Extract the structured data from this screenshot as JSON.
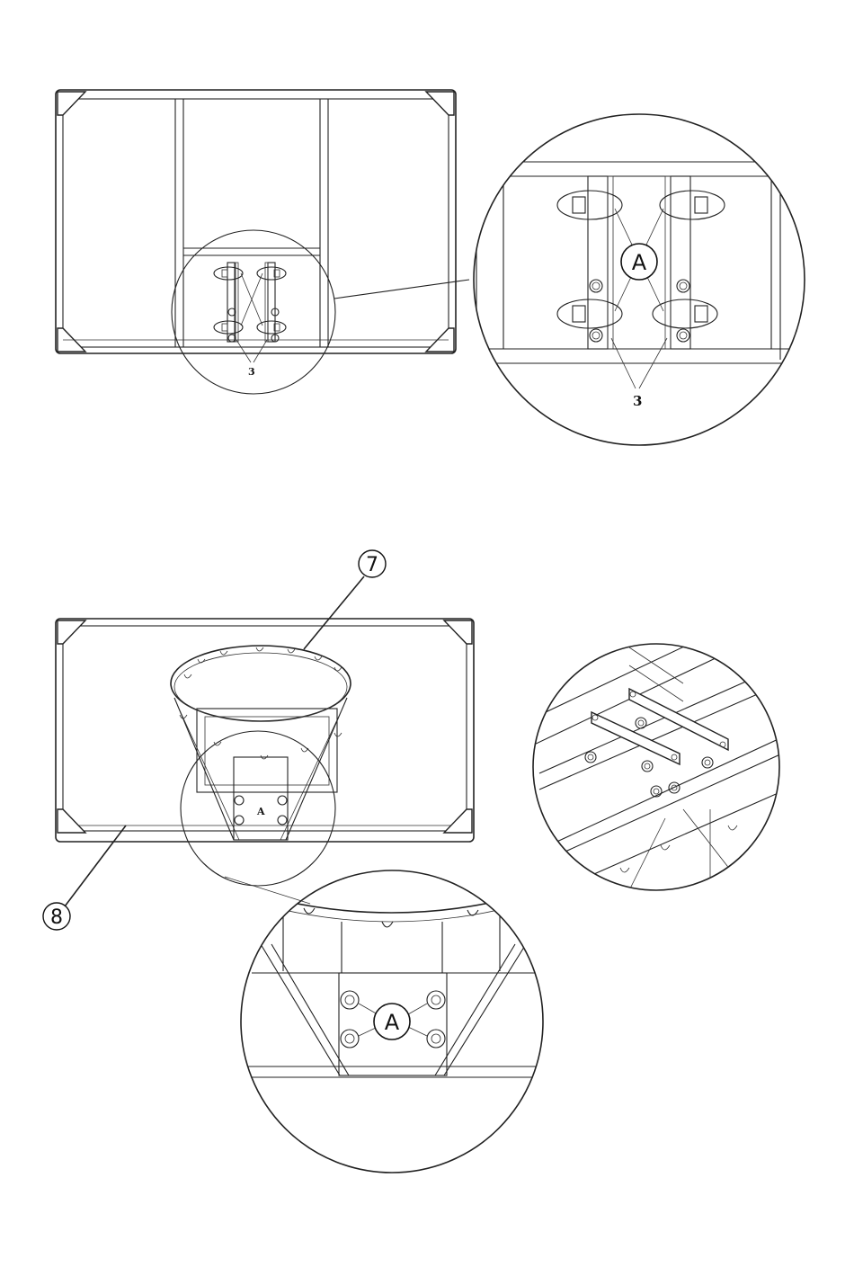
{
  "top_section": {
    "label_part_3_small": "3",
    "label_part_3_large": "3",
    "label_callout_a": "A"
  },
  "bottom_section": {
    "label_part_7": "7",
    "label_part_8": "8",
    "label_callout_a_small": "A",
    "label_callout_a_large": "A"
  }
}
